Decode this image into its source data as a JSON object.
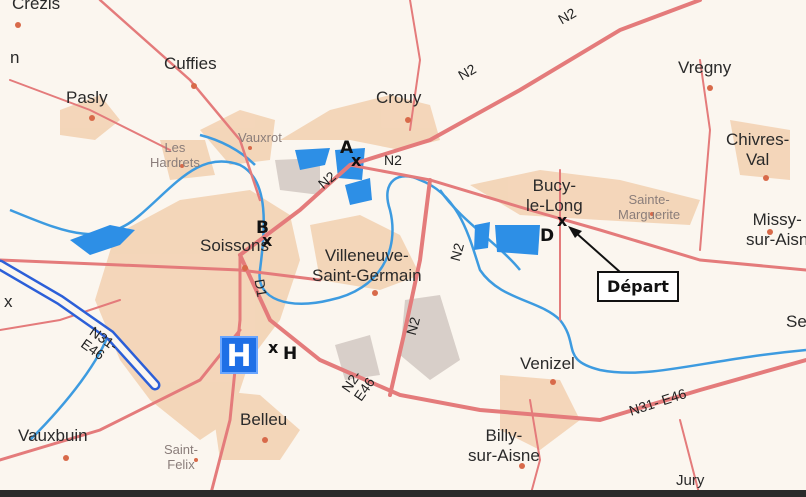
{
  "map": {
    "towns": {
      "crezis": "Crezis",
      "pasly": "Pasly",
      "cuffies": "Cuffies",
      "crouy": "Crouy",
      "vregny": "Vregny",
      "chivres_l1": "Chivres-",
      "chivres_l2": "Val",
      "missy_l1": "Missy-",
      "missy_l2": "sur-Aisn",
      "bucy_l1": "Bucy-",
      "bucy_l2": "le-Long",
      "soissons": "Soissons",
      "villeneuve_l1": "Villeneuve-",
      "villeneuve_l2": "Saint-Germain",
      "venizel": "Venizel",
      "belleu": "Belleu",
      "vauxbuin": "Vauxbuin",
      "billy_l1": "Billy-",
      "billy_l2": "sur-Aisne",
      "jury": "Jury",
      "edge_se": "Se",
      "edge_x": "x",
      "edge_n": "n"
    },
    "small_places": {
      "vauxrot": "Vauxrot",
      "hardrets_l1": "Les",
      "hardrets_l2": "Hardrets",
      "sainte_l1": "Sainte-",
      "sainte_l2": "Marguerite",
      "saintfelix_l1": "Saint-",
      "saintfelix_l2": "Felix"
    },
    "roads": {
      "n2_top": "N2",
      "n2_upper": "N2",
      "n2_a": "N2",
      "n2_east": "N2",
      "n2_mid": "N2",
      "n2_low": "N2",
      "n2_e46_l1": "N2-",
      "n2_e46_l2": "E46",
      "d1": "D1",
      "n31_l1": "N31-",
      "n31_l2": "E46",
      "n31_e46_east": "N31- E46"
    },
    "markers": {
      "a_letter": "A",
      "a_cross": "x",
      "b_letter": "B",
      "b_cross": "x",
      "d_letter": "D",
      "d_cross": "x",
      "h_cross": "x",
      "h_letter": "H",
      "depart_label": "Départ",
      "hospital_symbol": "H"
    },
    "colors": {
      "background": "#fbf6ef",
      "urban": "#f3d3b4",
      "road": "#e47b7b",
      "river": "#3d9be0",
      "lake": "#2d8fe6",
      "motorway": "#2c5fd8",
      "hospital": "#1e6fe6"
    }
  }
}
